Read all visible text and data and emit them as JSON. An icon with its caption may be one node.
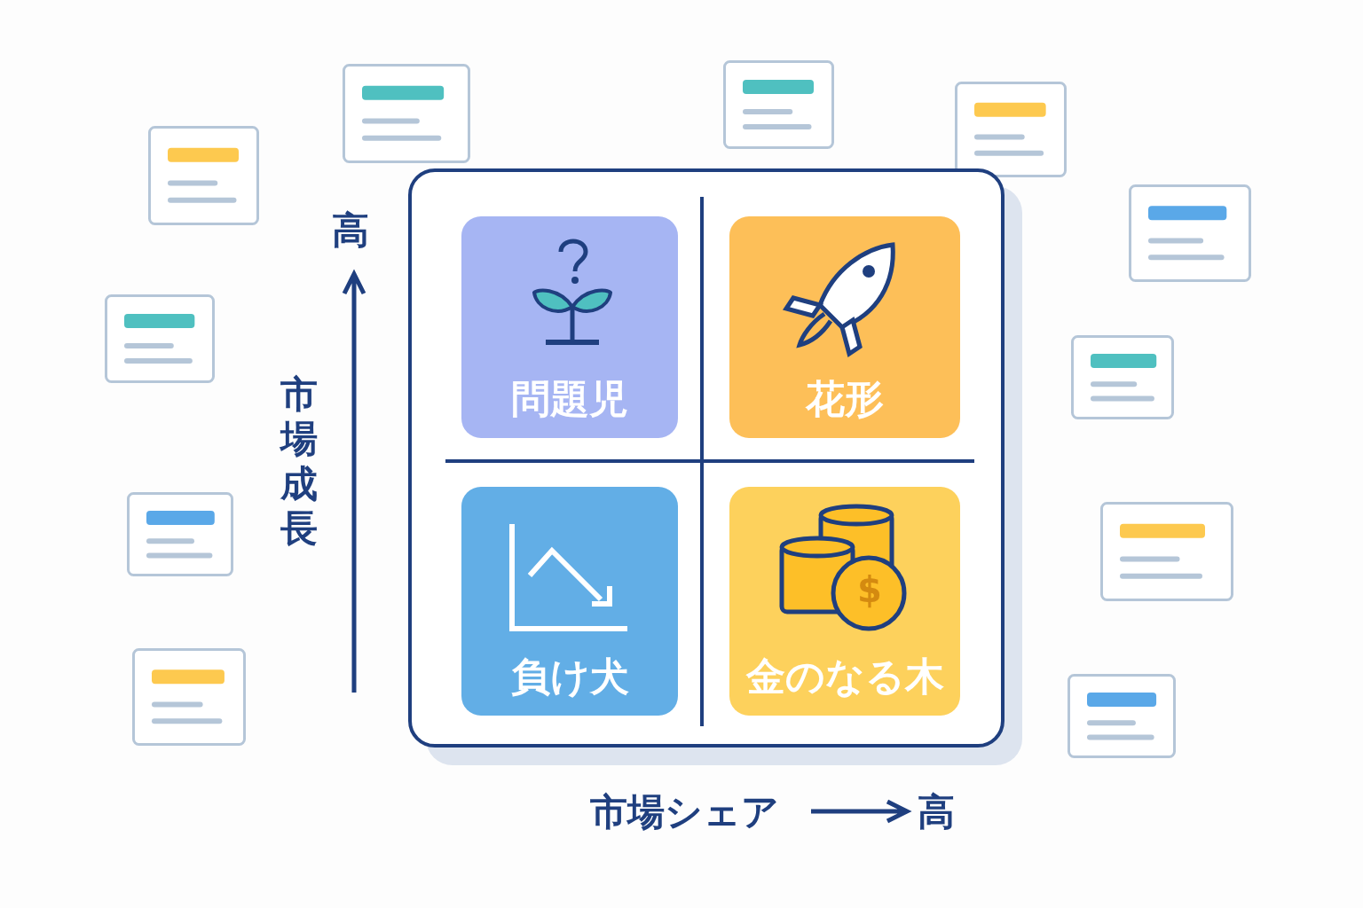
{
  "diagram": {
    "nodes": [
      {
        "text": [],
        "shape": "box"
      },
      {
        "text": [
          "問題児"
        ],
        "in": 0
      },
      {
        "text": [
          "花形"
        ],
        "in": 0
      },
      {
        "text": [
          "負け犬"
        ],
        "in": 0
      },
      {
        "text": [
          "金のなる木"
        ],
        "in": 0
      }
    ],
    "labels": [
      "高",
      "市場成長",
      "$",
      "市場シェア",
      "高"
    ]
  }
}
